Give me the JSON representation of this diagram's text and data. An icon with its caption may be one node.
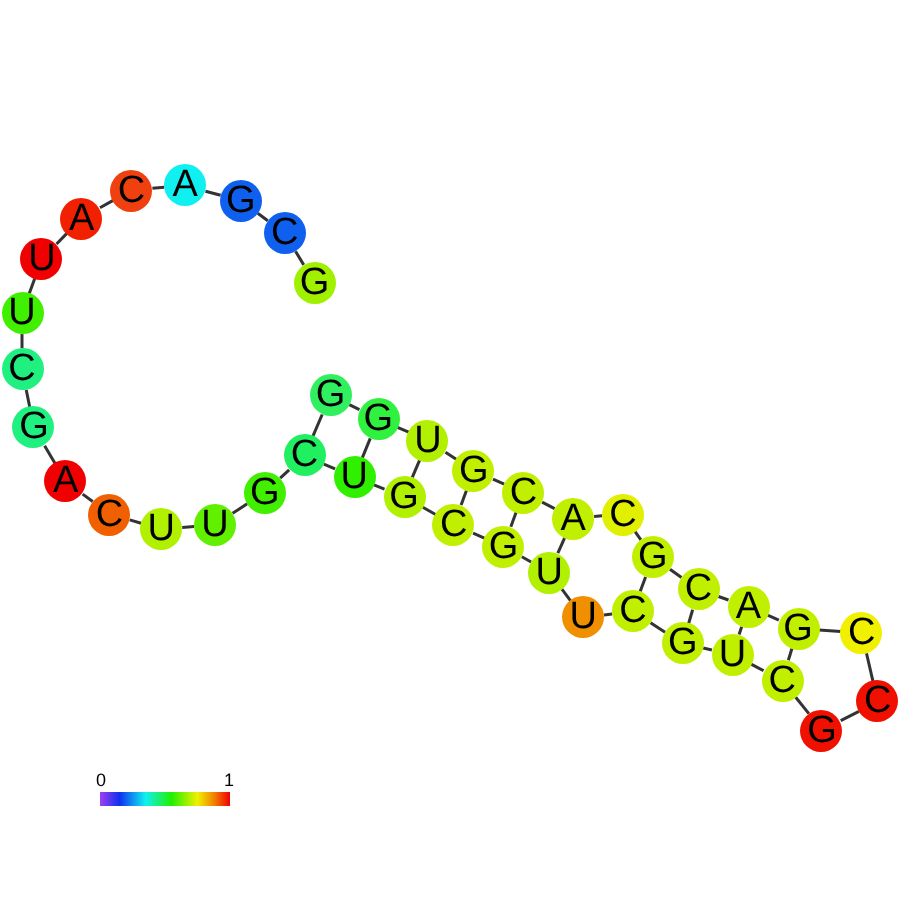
{
  "diagram": {
    "nodes": [
      {
        "text": [
          "G"
        ]
      },
      {
        "text": [
          "C"
        ]
      },
      {
        "text": [
          "G"
        ]
      },
      {
        "text": [
          "A"
        ]
      },
      {
        "text": [
          "C"
        ]
      },
      {
        "text": [
          "A"
        ]
      },
      {
        "text": [
          "U"
        ]
      },
      {
        "text": [
          "U"
        ]
      },
      {
        "text": [
          "C"
        ]
      },
      {
        "text": [
          "G"
        ]
      },
      {
        "text": [
          "A"
        ]
      },
      {
        "text": [
          "C"
        ]
      },
      {
        "text": [
          "U"
        ]
      },
      {
        "text": [
          "U"
        ]
      },
      {
        "text": [
          "G"
        ]
      },
      {
        "text": [
          "C"
        ]
      },
      {
        "text": [
          "U"
        ]
      },
      {
        "text": [
          "G"
        ]
      },
      {
        "text": [
          "C"
        ]
      },
      {
        "text": [
          "G"
        ]
      },
      {
        "text": [
          "U"
        ]
      },
      {
        "text": [
          "U"
        ]
      },
      {
        "text": [
          "C"
        ]
      },
      {
        "text": [
          "G"
        ]
      },
      {
        "text": [
          "U"
        ]
      },
      {
        "text": [
          "C"
        ]
      },
      {
        "text": [
          "G"
        ]
      },
      {
        "text": [
          "C"
        ]
      },
      {
        "text": [
          "C"
        ]
      },
      {
        "text": [
          "G"
        ]
      },
      {
        "text": [
          "A"
        ]
      },
      {
        "text": [
          "C"
        ]
      },
      {
        "text": [
          "G"
        ]
      },
      {
        "text": [
          "C"
        ]
      },
      {
        "text": [
          "A"
        ]
      },
      {
        "text": [
          "C"
        ]
      },
      {
        "text": [
          "G"
        ]
      },
      {
        "text": [
          "U"
        ]
      },
      {
        "text": [
          "G"
        ]
      },
      {
        "text": [
          "G"
        ]
      }
    ],
    "edges": [
      {
        "from": 0,
        "to": 1,
        "arrow": "none"
      },
      {
        "from": 1,
        "to": 2,
        "arrow": "none"
      },
      {
        "from": 2,
        "to": 3,
        "arrow": "none"
      },
      {
        "from": 3,
        "to": 4,
        "arrow": "none"
      },
      {
        "from": 4,
        "to": 5,
        "arrow": "none"
      },
      {
        "from": 5,
        "to": 6,
        "arrow": "none"
      },
      {
        "from": 6,
        "to": 7,
        "arrow": "none"
      },
      {
        "from": 7,
        "to": 8,
        "arrow": "none"
      },
      {
        "from": 8,
        "to": 9,
        "arrow": "none"
      },
      {
        "from": 9,
        "to": 10,
        "arrow": "none"
      },
      {
        "from": 10,
        "to": 11,
        "arrow": "none"
      },
      {
        "from": 11,
        "to": 12,
        "arrow": "none"
      },
      {
        "from": 12,
        "to": 13,
        "arrow": "none"
      },
      {
        "from": 13,
        "to": 14,
        "arrow": "none"
      },
      {
        "from": 14,
        "to": 15,
        "arrow": "none"
      },
      {
        "from": 15,
        "to": 16,
        "arrow": "none"
      },
      {
        "from": 16,
        "to": 17,
        "arrow": "none"
      },
      {
        "from": 17,
        "to": 18,
        "arrow": "none"
      },
      {
        "from": 18,
        "to": 19,
        "arrow": "none"
      },
      {
        "from": 19,
        "to": 20,
        "arrow": "none"
      },
      {
        "from": 20,
        "to": 21,
        "arrow": "none"
      },
      {
        "from": 21,
        "to": 22,
        "arrow": "none"
      },
      {
        "from": 22,
        "to": 23,
        "arrow": "none"
      },
      {
        "from": 23,
        "to": 24,
        "arrow": "none"
      },
      {
        "from": 24,
        "to": 25,
        "arrow": "none"
      },
      {
        "from": 25,
        "to": 26,
        "arrow": "none"
      },
      {
        "from": 26,
        "to": 27,
        "arrow": "none"
      },
      {
        "from": 27,
        "to": 28,
        "arrow": "none"
      },
      {
        "from": 28,
        "to": 29,
        "arrow": "none"
      },
      {
        "from": 29,
        "to": 30,
        "arrow": "none"
      },
      {
        "from": 30,
        "to": 31,
        "arrow": "none"
      },
      {
        "from": 31,
        "to": 32,
        "arrow": "none"
      },
      {
        "from": 32,
        "to": 33,
        "arrow": "none"
      },
      {
        "from": 33,
        "to": 34,
        "arrow": "none"
      },
      {
        "from": 34,
        "to": 35,
        "arrow": "none"
      },
      {
        "from": 35,
        "to": 36,
        "arrow": "none"
      },
      {
        "from": 36,
        "to": 37,
        "arrow": "none"
      },
      {
        "from": 37,
        "to": 38,
        "arrow": "none"
      },
      {
        "from": 38,
        "to": 39,
        "arrow": "none"
      },
      {
        "from": 15,
        "to": 39,
        "arrow": "none"
      },
      {
        "from": 16,
        "to": 38,
        "arrow": "none"
      },
      {
        "from": 17,
        "to": 37,
        "arrow": "none"
      },
      {
        "from": 18,
        "to": 36,
        "arrow": "none"
      },
      {
        "from": 19,
        "to": 35,
        "arrow": "none"
      },
      {
        "from": 20,
        "to": 34,
        "arrow": "none"
      },
      {
        "from": 22,
        "to": 32,
        "arrow": "none"
      },
      {
        "from": 23,
        "to": 31,
        "arrow": "none"
      },
      {
        "from": 24,
        "to": 30,
        "arrow": "none"
      },
      {
        "from": 25,
        "to": 29,
        "arrow": "none"
      }
    ],
    "labels": [
      "0",
      "1"
    ]
  }
}
